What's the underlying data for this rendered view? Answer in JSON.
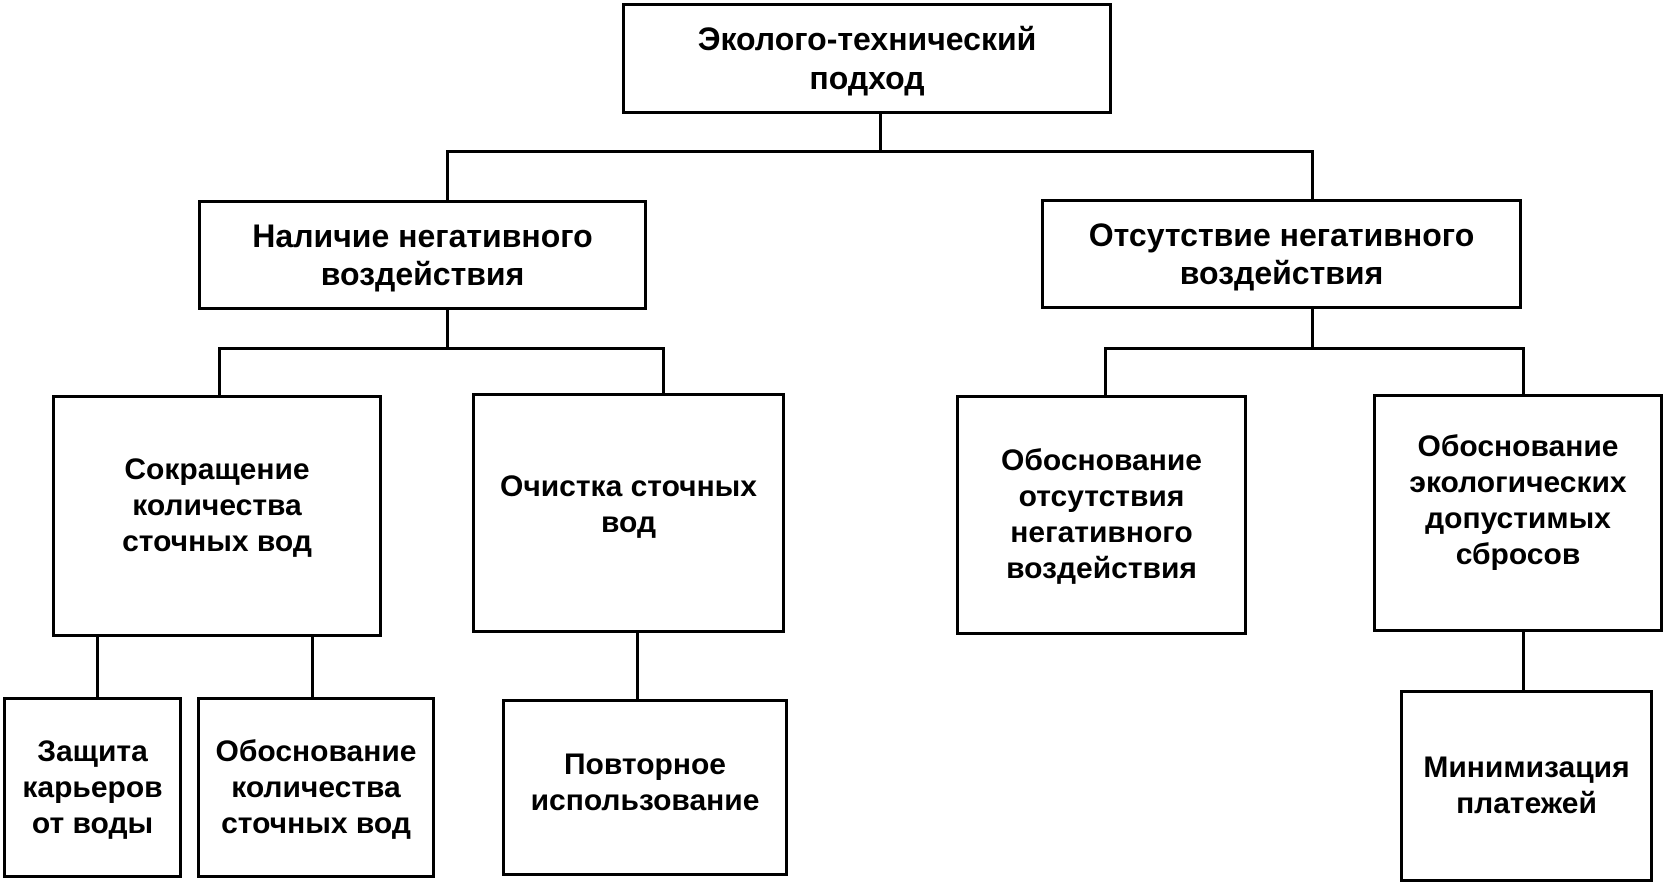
{
  "diagram": {
    "type": "tree",
    "orientation": "top-down",
    "colors": {
      "background": "#ffffff",
      "box_fill": "#ffffff",
      "box_border": "#000000",
      "text": "#000000",
      "connector": "#000000"
    },
    "tree": {
      "label": "Эколого-технический подход",
      "children": [
        {
          "label": "Наличие негативного воздействия",
          "children": [
            {
              "label": "Сокращение количества сточных вод",
              "children": [
                {
                  "label": "Защита карьеров от воды",
                  "children": []
                },
                {
                  "label": "Обоснование количества сточных вод",
                  "children": []
                }
              ]
            },
            {
              "label": "Очистка сточных вод",
              "children": [
                {
                  "label": "Повторное использование",
                  "children": []
                }
              ]
            }
          ]
        },
        {
          "label": "Отсутствие негативного воздействия",
          "children": [
            {
              "label": "Обоснование отсутствия негативного воздействия",
              "children": []
            },
            {
              "label": "Обоснование экологических допустимых сбросов",
              "children": [
                {
                  "label": "Минимизация платежей",
                  "children": []
                }
              ]
            }
          ]
        }
      ]
    }
  }
}
